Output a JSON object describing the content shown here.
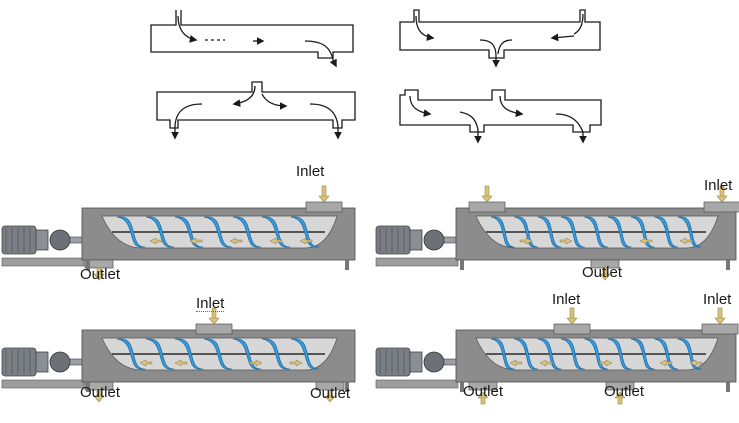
{
  "colors": {
    "background": "#ffffff",
    "line": "#1a1a1a",
    "trough": "#8c8c8c",
    "trough_dark": "#6f6f6f",
    "screw_blade": "#3b9ad9",
    "screw_blade_dark": "#1e6fa8",
    "flow_arrow": "#d9c27a",
    "motor": "#7a7f85"
  },
  "screw_conveyors": {
    "top_left": {
      "inlet_label": "Inlet",
      "outlet_label": "Outlet"
    },
    "top_right": {
      "inlet_label": "Inlet",
      "outlet_label": "Outlet"
    },
    "bottom_left": {
      "inlet_label": "Inlet",
      "outlet_left_label": "Outlet",
      "outlet_right_label": "Outlet"
    },
    "bottom_right": {
      "inlet_left_label": "Inlet",
      "inlet_right_label": "Inlet",
      "outlet_left_label": "Outlet",
      "outlet_right_label": "Outlet"
    }
  }
}
